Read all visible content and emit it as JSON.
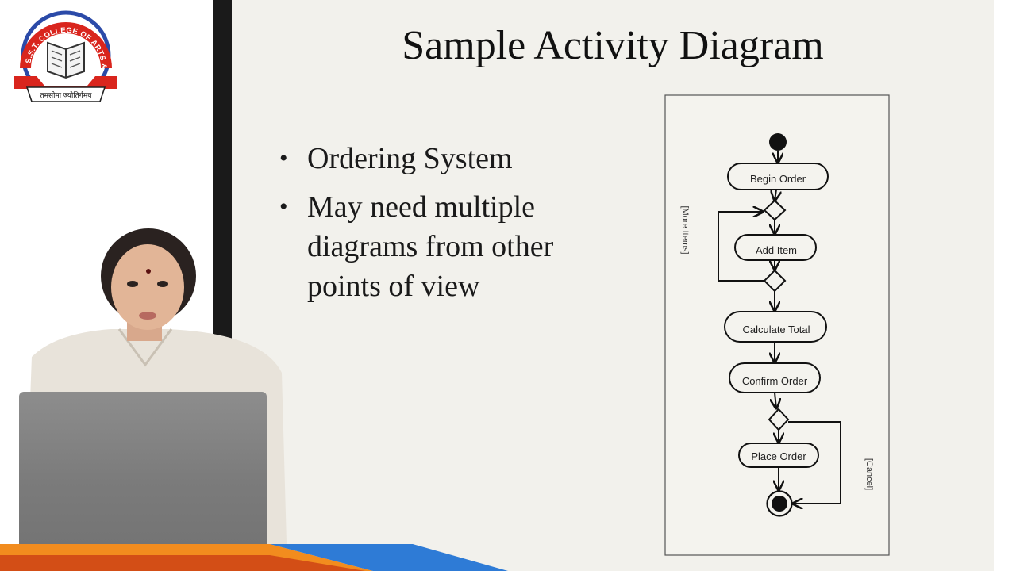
{
  "logo": {
    "arc_text": "S.S.T. COLLEGE OF ARTS & COMMERCE",
    "motto": "तमसोमा ज्योतिर्गमय",
    "colors": {
      "arc": "#d9251d",
      "ring": "#2b4aa8",
      "banner": "#d9251d"
    }
  },
  "slide": {
    "title": "Sample Activity Diagram",
    "bullets": [
      {
        "text": "Ordering System"
      },
      {
        "text": "May need multiple diagrams from other points of view"
      }
    ]
  },
  "diagram": {
    "activities": [
      {
        "id": "begin",
        "label": "Begin Order"
      },
      {
        "id": "add",
        "label": "Add Item"
      },
      {
        "id": "calc",
        "label": "Calculate Total"
      },
      {
        "id": "confirm",
        "label": "Confirm Order"
      },
      {
        "id": "place",
        "label": "Place Order"
      }
    ],
    "guards": {
      "more_items": "[More Items]",
      "cancel": "[Cancel]"
    },
    "nodes": {
      "start": "initial-node",
      "end": "final-node",
      "decisions": [
        "merge-decision",
        "more-items-decision",
        "cancel-decision"
      ]
    }
  },
  "presenter": {
    "shirt_color": "#e8e3da",
    "laptop_color": "#7e7e7e"
  }
}
